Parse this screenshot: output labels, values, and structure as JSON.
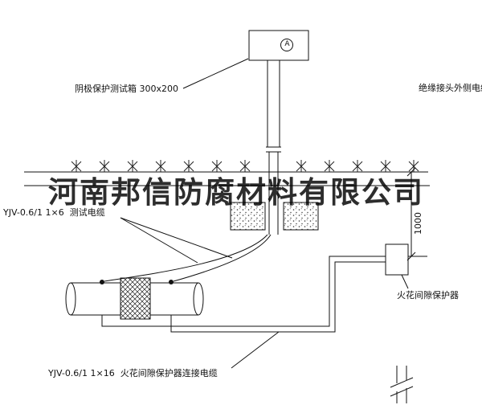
{
  "watermark": {
    "text": "河南邦信防腐材料有限公司"
  },
  "diagram": {
    "meter": "A",
    "labels": {
      "test_box": "阴极保护测试箱 300x200",
      "outer_cable": "绝缘接头外侧电缆",
      "test_cable": "YJV-0.6/1 1×6  测试电缆",
      "spark_protector": "火花间隙保护器",
      "spark_cable": "YJV-0.6/1 1×16  火花间隙保护器连接电缆",
      "dimension_1000": "1000"
    }
  }
}
